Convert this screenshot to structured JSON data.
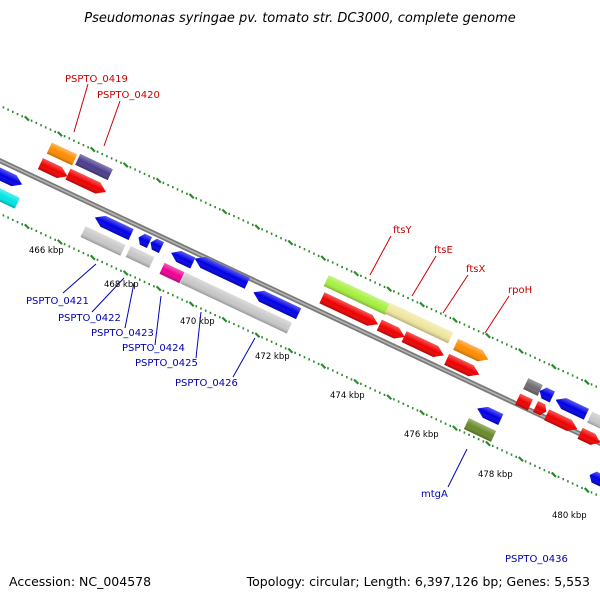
{
  "title": "Pseudomonas syringae pv. tomato str. DC3000, complete genome",
  "footer": {
    "accession": "Accession: NC_004578",
    "topology": "Topology: circular; Length: 6,397,126 bp; Genes: 5,553"
  },
  "colors": {
    "backbone": "#7a7a7a",
    "tick": "#2a8a2a",
    "forward_label": "#cc0000",
    "reverse_label": "#0000b4"
  },
  "kbp_labels": [
    "466 kbp",
    "468 kbp",
    "470 kbp",
    "472 kbp",
    "474 kbp",
    "476 kbp",
    "478 kbp",
    "480 kbp"
  ],
  "forward_genes": [
    {
      "name": "PSPTO_0419"
    },
    {
      "name": "PSPTO_0420"
    },
    {
      "name": "ftsY"
    },
    {
      "name": "ftsE"
    },
    {
      "name": "ftsX"
    },
    {
      "name": "rpoH"
    }
  ],
  "reverse_genes": [
    {
      "name": "PSPTO_0421"
    },
    {
      "name": "PSPTO_0422"
    },
    {
      "name": "PSPTO_0423"
    },
    {
      "name": "PSPTO_0424"
    },
    {
      "name": "PSPTO_0425"
    },
    {
      "name": "PSPTO_0426"
    },
    {
      "name": "mtgA"
    },
    {
      "name": "PSPTO_0436"
    }
  ]
}
